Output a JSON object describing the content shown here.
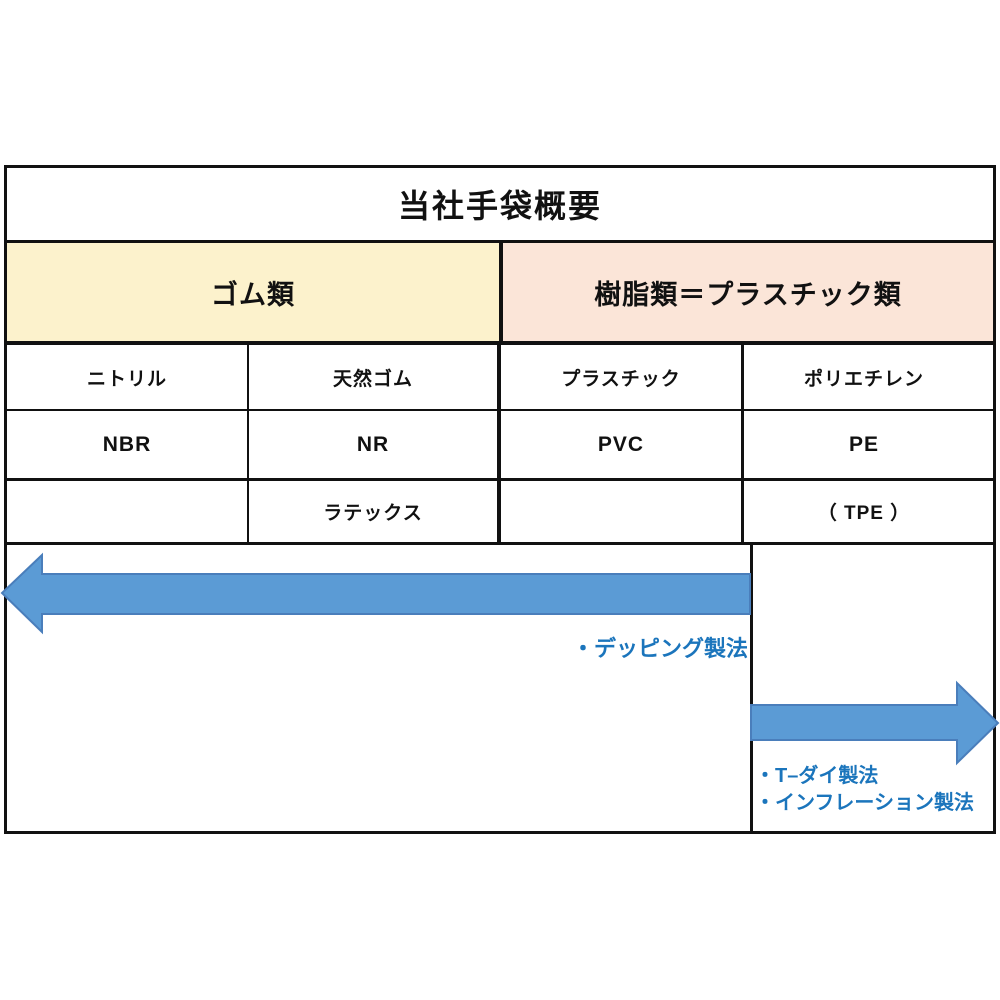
{
  "title": "当社手袋概要",
  "groups": [
    {
      "label": "ゴム類"
    },
    {
      "label": "樹脂類＝プラスチック類"
    }
  ],
  "columns": [
    {
      "name": "ニトリル",
      "code": "NBR",
      "extra": ""
    },
    {
      "name": "天然ゴム",
      "code": "NR",
      "extra": "ラテックス"
    },
    {
      "name": "プラスチック",
      "code": "PVC",
      "extra": ""
    },
    {
      "name": "ポリエチレン",
      "code": "PE",
      "extra": "（ TPE ）"
    }
  ],
  "processes": {
    "rubber": {
      "label": "・デッピング製法",
      "arrow_direction": "left"
    },
    "plastic": {
      "labels": [
        "・T–ダイ製法",
        "・インフレーション製法"
      ],
      "arrow_direction": "right"
    }
  },
  "colors": {
    "rubber_bg": "#fcf2cc",
    "plastic_bg": "#fbe5d8",
    "arrow_fill": "#5b9bd5",
    "arrow_stroke": "#4a7ebb",
    "process_text": "#1b75bc",
    "border": "#111111"
  }
}
